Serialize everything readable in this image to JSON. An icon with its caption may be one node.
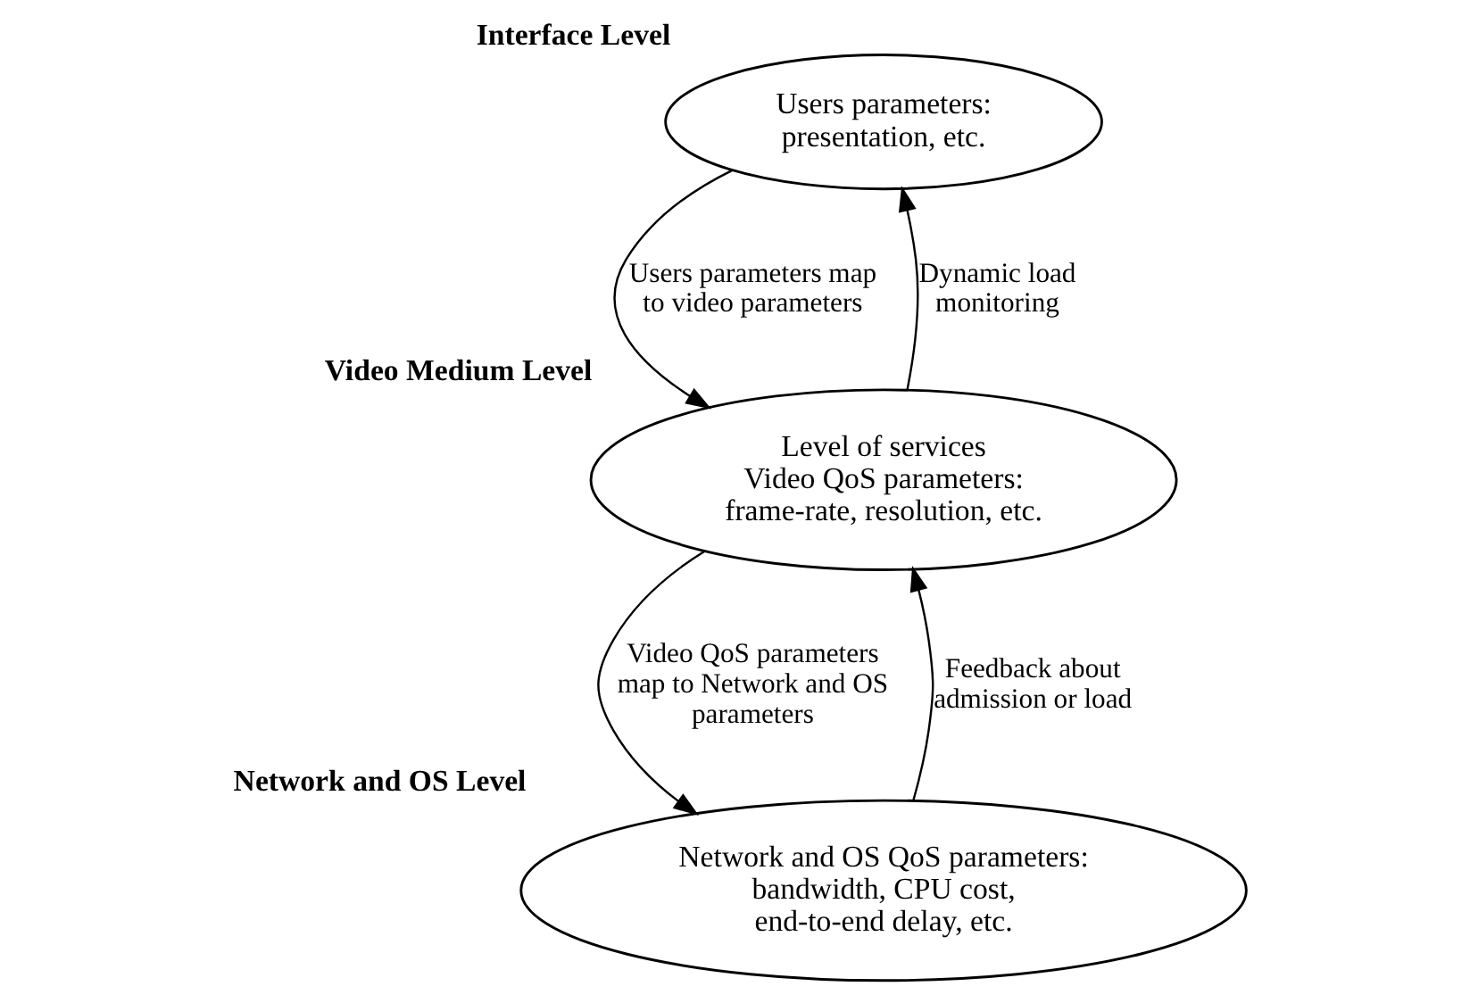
{
  "diagram": {
    "nodes": [
      {
        "text": [
          "Interface Level",
          "Users parameters: presentation, etc."
        ]
      },
      {
        "text": [
          "Video Medium Level",
          "Level of services",
          "Video QoS parameters: frame-rate, resolution, etc."
        ]
      },
      {
        "text": [
          "Network and OS Level",
          "Network and OS QoS parameters: bandwidth, CPU cost, end-to-end delay, etc."
        ]
      }
    ],
    "edges": [
      {
        "from": 0,
        "to": 1,
        "arrow": "to",
        "label": "Users parameters map to video parameters"
      },
      {
        "from": 1,
        "to": 0,
        "arrow": "to",
        "label": "Dynamic load monitoring"
      },
      {
        "from": 1,
        "to": 2,
        "arrow": "to",
        "label": "Video QoS parameters map to Network and OS parameters"
      },
      {
        "from": 2,
        "to": 1,
        "arrow": "to",
        "label": "Feedback about admission or load"
      }
    ]
  }
}
